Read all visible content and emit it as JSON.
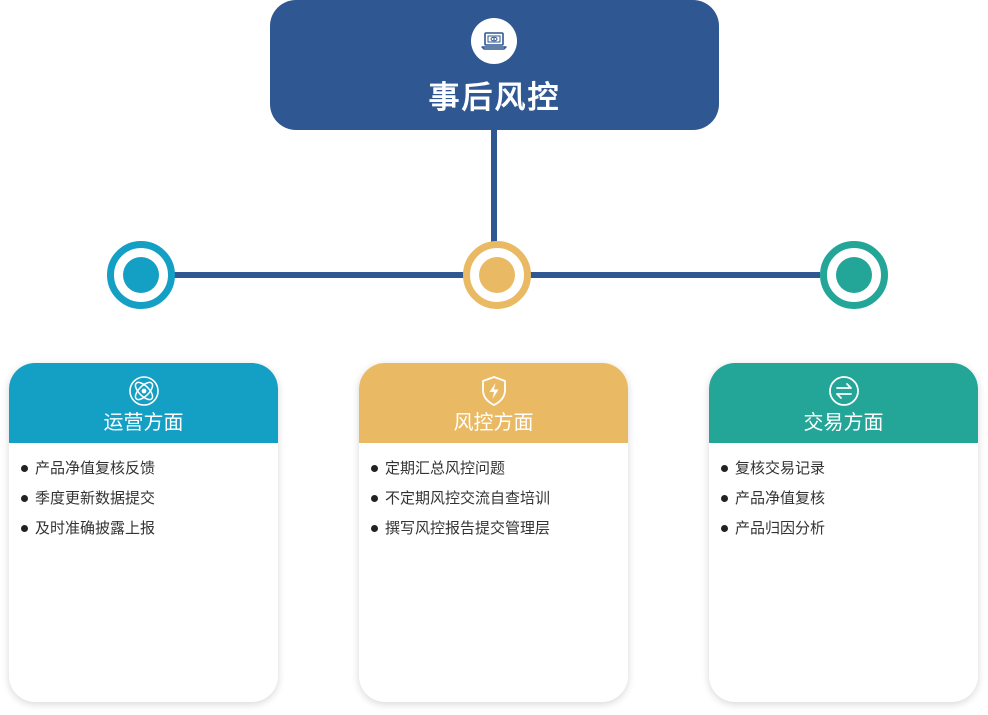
{
  "top": {
    "title": "事后风控",
    "icon": "laptop-icon",
    "color": "#2f5791"
  },
  "categories": [
    {
      "title": "运营方面",
      "icon": "atom-icon",
      "color": "#149fc4",
      "items": [
        "产品净值复核反馈",
        "季度更新数据提交",
        "及时准确披露上报"
      ]
    },
    {
      "title": "风控方面",
      "icon": "shield-lightning-icon",
      "color": "#e9b963",
      "items": [
        "定期汇总风控问题",
        "不定期风控交流自查培训",
        "撰写风控报告提交管理层"
      ]
    },
    {
      "title": "交易方面",
      "icon": "exchange-arrows-icon",
      "color": "#23a598",
      "items": [
        "复核交易记录",
        "产品净值复核",
        "产品归因分析"
      ]
    }
  ]
}
